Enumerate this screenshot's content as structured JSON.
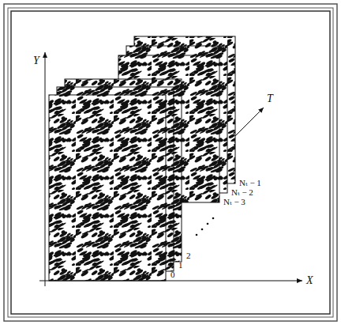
{
  "diagram": {
    "labels": [
      "Y",
      "X",
      "T",
      "0",
      "1",
      "2",
      "Nₜ − 3",
      "Nₜ − 2",
      "Nₜ − 1"
    ]
  }
}
